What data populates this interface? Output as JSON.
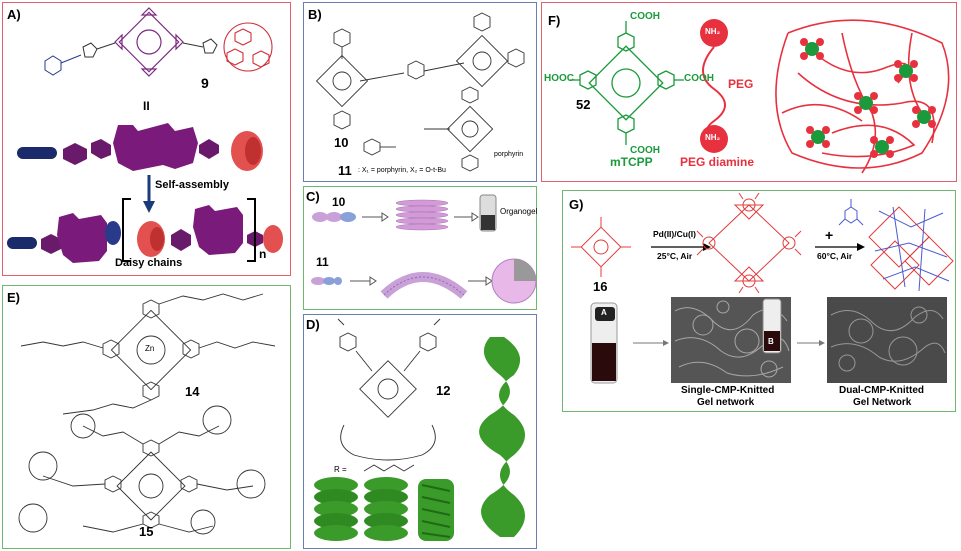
{
  "colors": {
    "panelA": "#e06070",
    "panelB": "#6a7fb0",
    "panelC": "#6fb86f",
    "panelD": "#6a7fb0",
    "panelE": "#6fb86f",
    "panelF": "#e06070",
    "panelG": "#6fb86f",
    "porphyrin_purple": "#7b2a7f",
    "mtcpp_green": "#1a9a3a",
    "peg_red": "#e8313f",
    "helix_green": "#3a9a2a"
  },
  "panels": {
    "A": {
      "label": "A)",
      "compound": "9",
      "roman": "II",
      "arrow_text": "Self-assembly",
      "bracket_n": "n",
      "caption": "Daisy chains"
    },
    "B": {
      "label": "B)",
      "compound10": "10",
      "compound11": "11",
      "legend": ": X₁ = porphyrin, X₂ = O-t-Bu",
      "porphyrin_label": "porphyrin"
    },
    "C": {
      "label": "C)",
      "compound10": "10",
      "compound11": "11",
      "product": "Organogel"
    },
    "D": {
      "label": "D)",
      "compound": "12",
      "r_group": "R ="
    },
    "E": {
      "label": "E)",
      "compound14": "14",
      "compound15": "15",
      "metal": "Zn"
    },
    "F": {
      "label": "F)",
      "compound": "52",
      "mtcpp": "mTCPP",
      "peg": "PEG",
      "peg_diamine": "PEG diamine",
      "cooh": "COOH",
      "hooc": "HOOC",
      "nh2": "NH₂"
    },
    "G": {
      "label": "G)",
      "compound": "16",
      "cond1_line1": "Pd(II)/Cu(I)",
      "cond1_line2": "25°C, Air",
      "plus": "+",
      "cond2": "60°C, Air",
      "vial_a": "A",
      "vial_b": "B",
      "caption1_line1": "Single-CMP-Knitted",
      "caption1_line2": "Gel network",
      "caption2_line1": "Dual-CMP-Knitted",
      "caption2_line2": "Gel Network"
    }
  }
}
